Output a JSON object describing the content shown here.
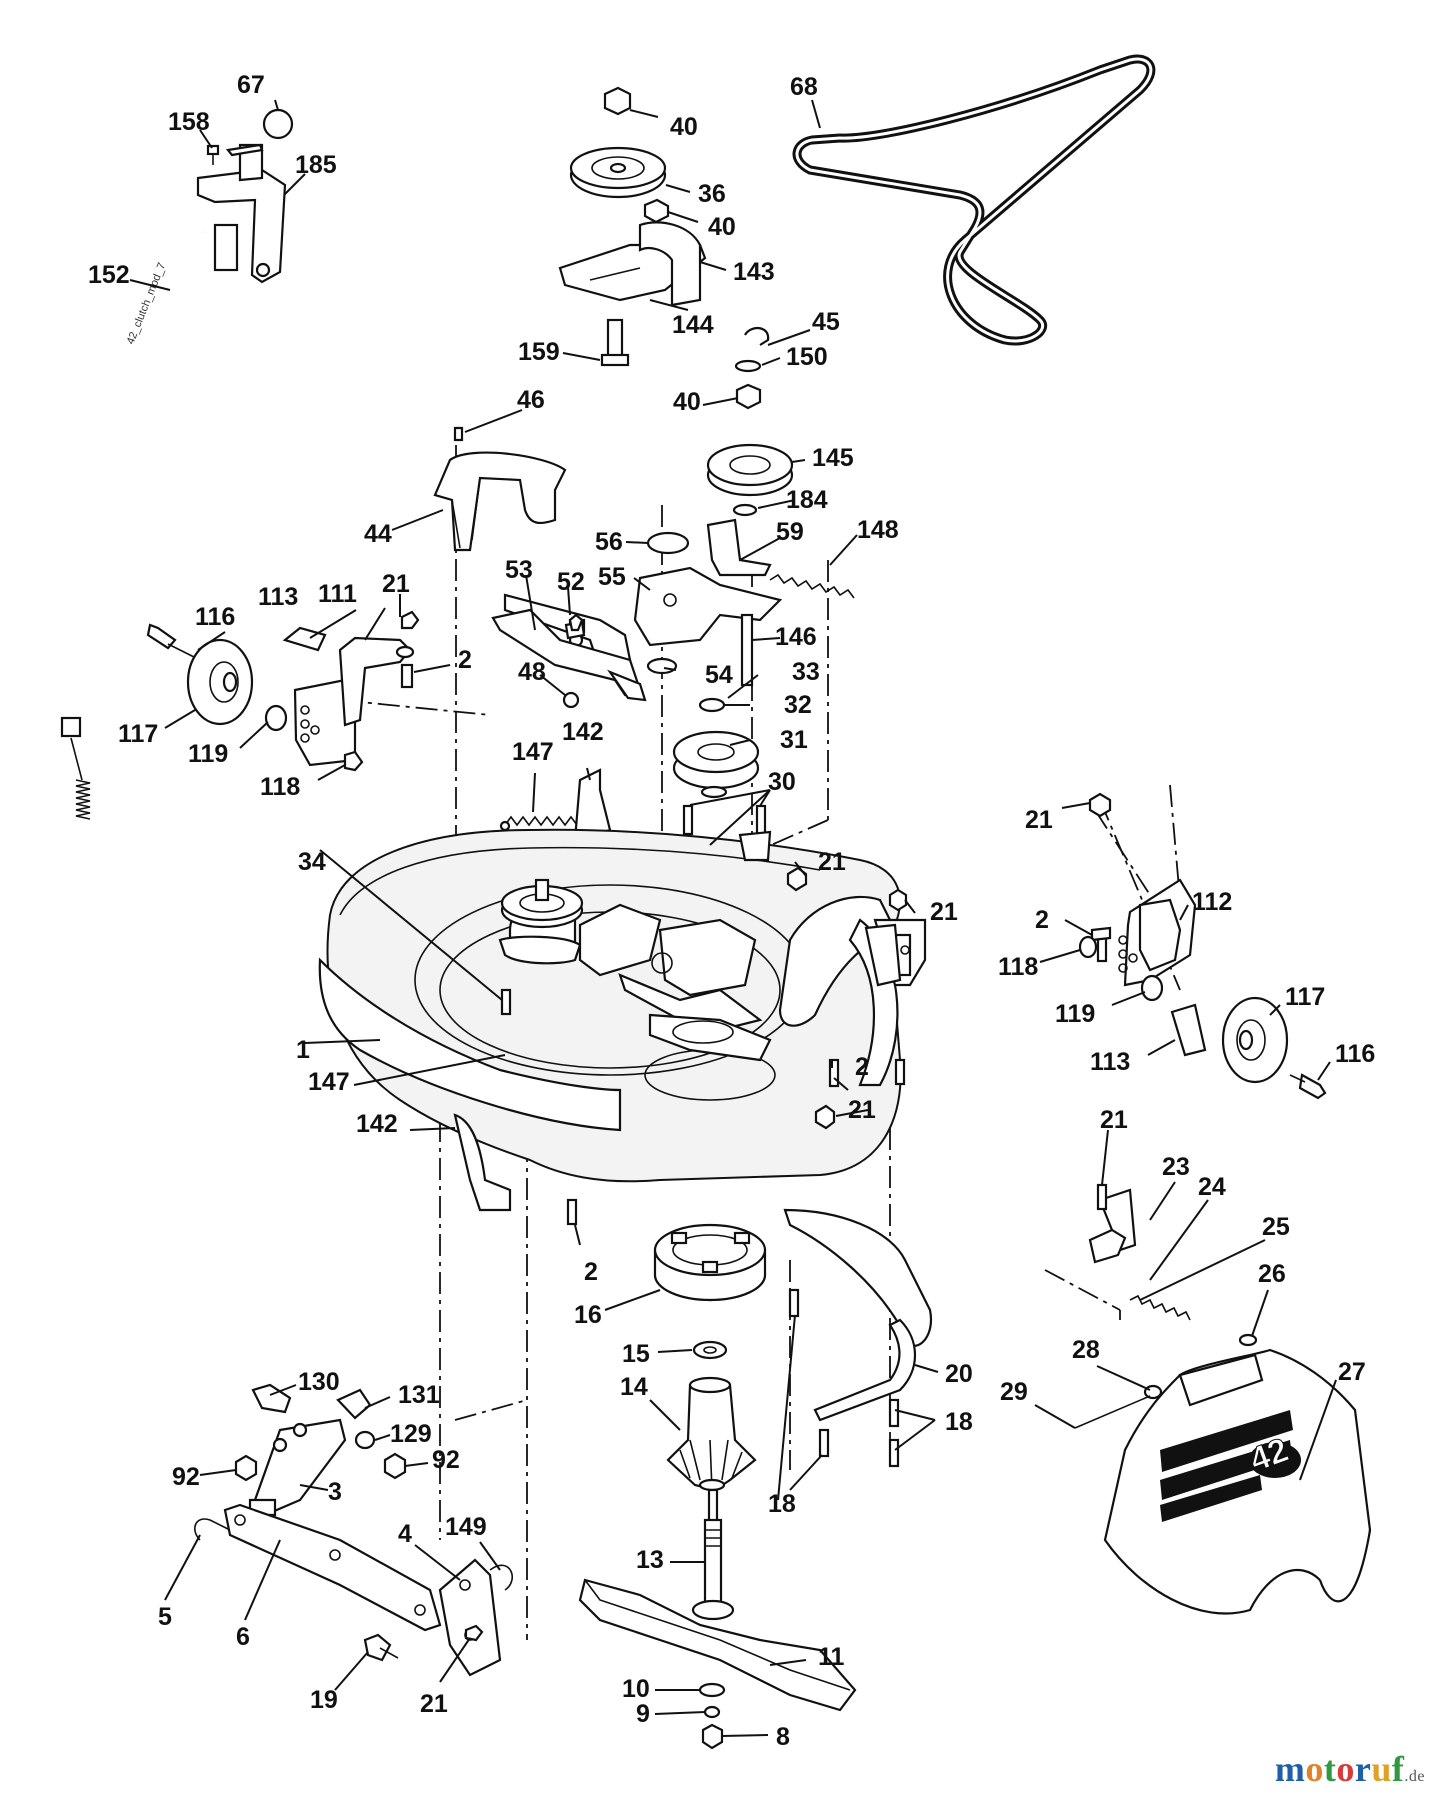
{
  "diagram": {
    "callouts": [
      "67",
      "158",
      "185",
      "152",
      "40",
      "36",
      "40",
      "143",
      "144",
      "159",
      "68",
      "45",
      "150",
      "40",
      "145",
      "184",
      "46",
      "44",
      "56",
      "59",
      "148",
      "55",
      "53",
      "52",
      "54",
      "146",
      "33",
      "32",
      "31",
      "30",
      "21",
      "113",
      "111",
      "116",
      "2",
      "48",
      "117",
      "119",
      "118",
      "147",
      "142",
      "21",
      "21",
      "34",
      "21",
      "2",
      "112",
      "118",
      "119",
      "117",
      "113",
      "116",
      "1",
      "147",
      "2",
      "21",
      "142",
      "21",
      "23",
      "24",
      "25",
      "26",
      "2",
      "16",
      "15",
      "14",
      "20",
      "18",
      "18",
      "27",
      "28",
      "29",
      "130",
      "131",
      "129",
      "92",
      "92",
      "3",
      "5",
      "6",
      "4",
      "149",
      "19",
      "21",
      "13",
      "11",
      "10",
      "9",
      "8"
    ],
    "cable_label": "42_clutch_mod_7",
    "deck_size_label": "42"
  },
  "watermark": {
    "text": "motoruf",
    "suffix": ".de",
    "letters": [
      {
        "ch": "m",
        "color": "#1f5fa8"
      },
      {
        "ch": "o",
        "color": "#e0822a"
      },
      {
        "ch": "t",
        "color": "#2e9a3e"
      },
      {
        "ch": "o",
        "color": "#d63a3a"
      },
      {
        "ch": "r",
        "color": "#1f5fa8"
      },
      {
        "ch": "u",
        "color": "#e0a12a"
      },
      {
        "ch": "f",
        "color": "#2e9a3e"
      }
    ]
  }
}
